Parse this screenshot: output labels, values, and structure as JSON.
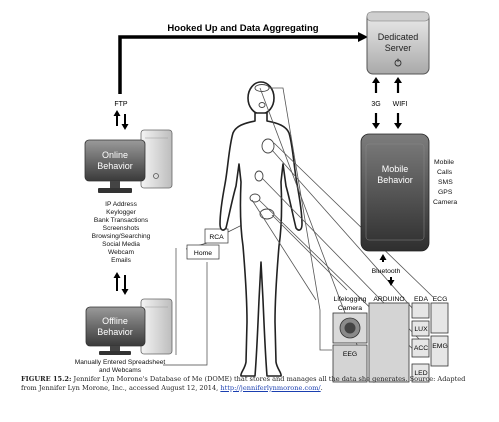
{
  "banner": "Hooked Up and Data Aggregating",
  "server": {
    "line1": "Dedicated",
    "line2": "Server"
  },
  "links": {
    "ftp": "FTP",
    "g3": "3G",
    "wifi": "WIFI",
    "bluetooth": "Bluetooth"
  },
  "online": {
    "line1": "Online",
    "line2": "Behavior",
    "sources": [
      "IP Address",
      "Keylogger",
      "Bank Transactions",
      "Screenshots",
      "Browsing/Searching",
      "Social Media",
      "Webcam",
      "Emails"
    ]
  },
  "offline": {
    "line1": "Offline",
    "line2": "Behavior",
    "note_line1": "Manually Entered Spreadsheet",
    "note_line2": "and Webcams"
  },
  "mobile": {
    "line1": "Mobile",
    "line2": "Behavior",
    "features": [
      "Mobile",
      "Calls",
      "SMS",
      "GPS",
      "Camera"
    ]
  },
  "home": {
    "home": "Home",
    "rca": "RCA"
  },
  "sensors": {
    "lifelogging_line1": "Lifelogging",
    "lifelogging_line2": "Camera",
    "eeg": "EEG",
    "arduino": "ARDUINO",
    "eda": "EDA",
    "ecg": "ECG",
    "lux": "LUX",
    "acc": "ACC",
    "emg": "EMG",
    "led": "LED"
  },
  "caption": {
    "label": "FIGURE 15.2:",
    "text": " Jennifer Lyn Morone's Database of Me (DOME) that stores and manages all the data she generates. Source: Adapted from Jennifer Lyn Morone, Inc., accessed August 12, 2014, ",
    "url": "http://jenniferlynmorone.com/",
    "end": "."
  }
}
